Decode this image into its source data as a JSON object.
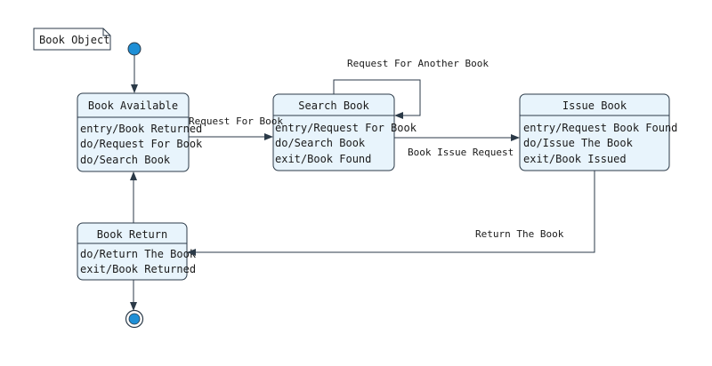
{
  "note": {
    "label": "Book Object"
  },
  "states": {
    "book_available": {
      "title": "Book Available",
      "actions": [
        "entry/Book Returned",
        "do/Request For Book",
        "do/Search Book"
      ]
    },
    "search_book": {
      "title": "Search Book",
      "actions": [
        "entry/Request For Book",
        "do/Search Book",
        "exit/Book Found"
      ]
    },
    "issue_book": {
      "title": "Issue Book",
      "actions": [
        "entry/Request Book Found",
        "do/Issue The Book",
        "exit/Book Issued"
      ]
    },
    "book_return": {
      "title": "Book Return",
      "actions": [
        "do/Return The Book",
        "exit/Book Returned"
      ]
    }
  },
  "transitions": {
    "request_for_book": "Request For Book",
    "request_another_book": "Request For Another Book",
    "book_issue_request": "Book Issue Request",
    "return_the_book": "Return The Book"
  },
  "colors": {
    "state_fill": "#e8f4fc",
    "initial_fill": "#1e8fd6",
    "line": "#2b3a48"
  }
}
